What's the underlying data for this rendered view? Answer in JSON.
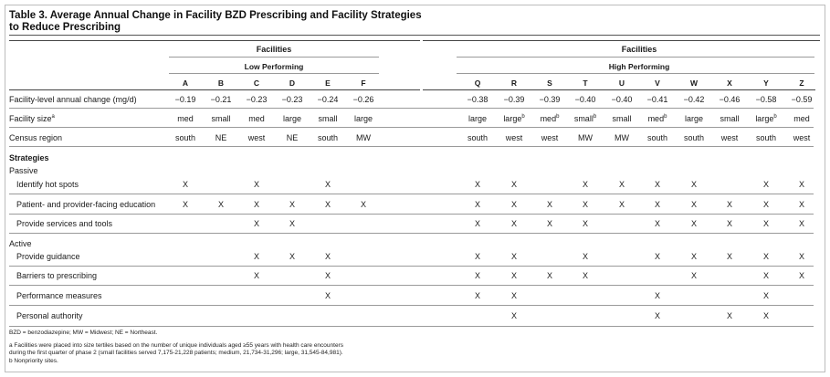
{
  "title": {
    "line1": "Table 3. Average Annual Change in Facility BZD Prescribing and Facility Strategies",
    "line2": "to Reduce Prescribing"
  },
  "groups": {
    "left_header": "Facilities",
    "left_sub": "Low Performing",
    "right_header": "Facilities",
    "right_sub": "High Performing"
  },
  "columns": [
    "A",
    "B",
    "C",
    "D",
    "E",
    "F",
    "Q",
    "R",
    "S",
    "T",
    "U",
    "V",
    "W",
    "X",
    "Y",
    "Z"
  ],
  "rows": [
    {
      "label": "Facility-level annual change (mg/d)",
      "cells": [
        "−0.19",
        "−0.21",
        "−0.23",
        "−0.23",
        "−0.24",
        "−0.26",
        "−0.38",
        "−0.39",
        "−0.39",
        "−0.40",
        "−0.40",
        "−0.41",
        "−0.42",
        "−0.46",
        "−0.58",
        "−0.59"
      ]
    },
    {
      "label": "Facility size",
      "label_sup": "a",
      "cells": [
        "med",
        "small",
        "med",
        "large",
        "small",
        "large",
        "large",
        "large",
        "med",
        "small",
        "small",
        "med",
        "large",
        "small",
        "large",
        "med"
      ],
      "sups": [
        "",
        "",
        "",
        "",
        "",
        "",
        "",
        "b",
        "b",
        "b",
        "",
        "b",
        "",
        "",
        "b",
        ""
      ]
    },
    {
      "label": "Census region",
      "cells": [
        "south",
        "NE",
        "west",
        "NE",
        "south",
        "MW",
        "south",
        "west",
        "west",
        "MW",
        "MW",
        "south",
        "south",
        "west",
        "south",
        "west"
      ]
    }
  ],
  "strategies_label": "Strategies",
  "passive_label": "Passive",
  "active_label": "Active",
  "strategy_rows": [
    {
      "label": "Identify hot spots",
      "cells": [
        "X",
        "",
        "X",
        "",
        "X",
        "",
        "X",
        "X",
        "",
        "X",
        "X",
        "X",
        "X",
        "",
        "X",
        "X"
      ]
    },
    {
      "label": "Patient- and provider-facing education",
      "cells": [
        "X",
        "X",
        "X",
        "X",
        "X",
        "X",
        "X",
        "X",
        "X",
        "X",
        "X",
        "X",
        "X",
        "X",
        "X",
        "X"
      ]
    },
    {
      "label": "Provide services and tools",
      "cells": [
        "",
        "",
        "X",
        "X",
        "",
        "",
        "X",
        "X",
        "X",
        "X",
        "",
        "X",
        "X",
        "X",
        "X",
        "X"
      ]
    },
    {
      "label": "Provide guidance",
      "cells": [
        "",
        "",
        "X",
        "X",
        "X",
        "",
        "X",
        "X",
        "",
        "X",
        "",
        "X",
        "X",
        "X",
        "X",
        "X"
      ]
    },
    {
      "label": "Barriers to prescribing",
      "cells": [
        "",
        "",
        "X",
        "",
        "X",
        "",
        "X",
        "X",
        "X",
        "X",
        "",
        "",
        "X",
        "",
        "X",
        "X"
      ]
    },
    {
      "label": "Performance measures",
      "cells": [
        "",
        "",
        "",
        "",
        "X",
        "",
        "X",
        "X",
        "",
        "",
        "",
        "X",
        "",
        "",
        "X",
        ""
      ]
    },
    {
      "label": "Personal authority",
      "cells": [
        "",
        "",
        "",
        "",
        "",
        "",
        "",
        "X",
        "",
        "",
        "",
        "X",
        "",
        "X",
        "X",
        ""
      ]
    }
  ],
  "footnotes": [
    "BZD = benzodiazepine; MW = Midwest; NE = Northeast.",
    "a Facilities were placed into size tertiles based on the number of unique individuals aged ≥55 years with health care encounters",
    "during the first quarter of phase 2 (small facilities served 7,175-21,228 patients; medium, 21,734-31,296; large, 31,545-84,981).",
    "b Nonpriority sites."
  ]
}
